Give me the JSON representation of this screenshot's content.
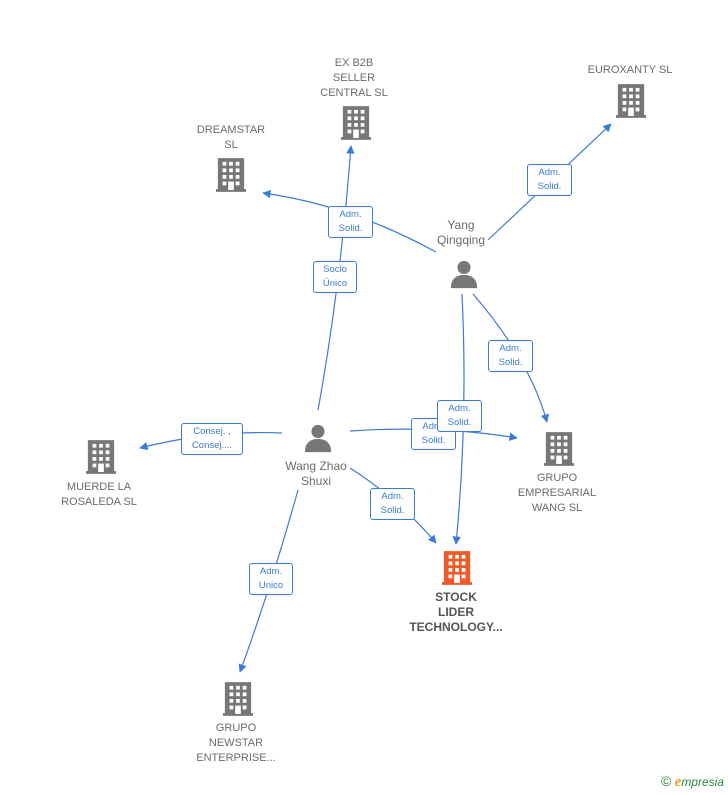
{
  "colors": {
    "edge": "#3a7bd5",
    "node": "#777777",
    "focus": "#f05a28",
    "text": "#6b6b6b"
  },
  "nodes": {
    "ex_b2b": {
      "label": "EX B2B\nSELLER\nCENTRAL  SL",
      "icon": "building-icon"
    },
    "euroxanty": {
      "label": "EUROXANTY SL",
      "icon": "building-icon"
    },
    "dreamstar": {
      "label": "DREAMSTAR\nSL",
      "icon": "building-icon"
    },
    "yang": {
      "label": "Yang\nQingqing",
      "icon": "person-icon"
    },
    "wang_zhao": {
      "label": "Wang Zhao\nShuxi",
      "icon": "person-icon"
    },
    "muerde": {
      "label": "MUERDE LA\nROSALEDA  SL",
      "icon": "building-icon"
    },
    "grupo_wang": {
      "label": "GRUPO\nEMPRESARIAL\nWANG  SL",
      "icon": "building-icon"
    },
    "stock": {
      "label": "STOCK\nLIDER\nTECHNOLOGY...",
      "icon": "building-icon"
    },
    "newstar": {
      "label": "GRUPO\nNEWSTAR\nENTERPRISE...",
      "icon": "building-icon"
    }
  },
  "edges": {
    "yang_euroxanty": "Adm.\nSolid.",
    "yang_dreamstar": "Adm.\nSolid.",
    "wang_exb2b": "Socio\nÚnico",
    "yang_grupo_wang": "Adm.\nSolid.",
    "wang_grupo_wang": "Adm.\nSolid.",
    "yang_stock": "Adm.\nSolid.",
    "wang_muerde": "Consej. ,\nConsej....",
    "wang_stock": "Adm.\nSolid.",
    "wang_newstar": "Adm.\nUnico"
  },
  "brand": {
    "copyright": "©",
    "e": "e",
    "name": "mpresia"
  }
}
